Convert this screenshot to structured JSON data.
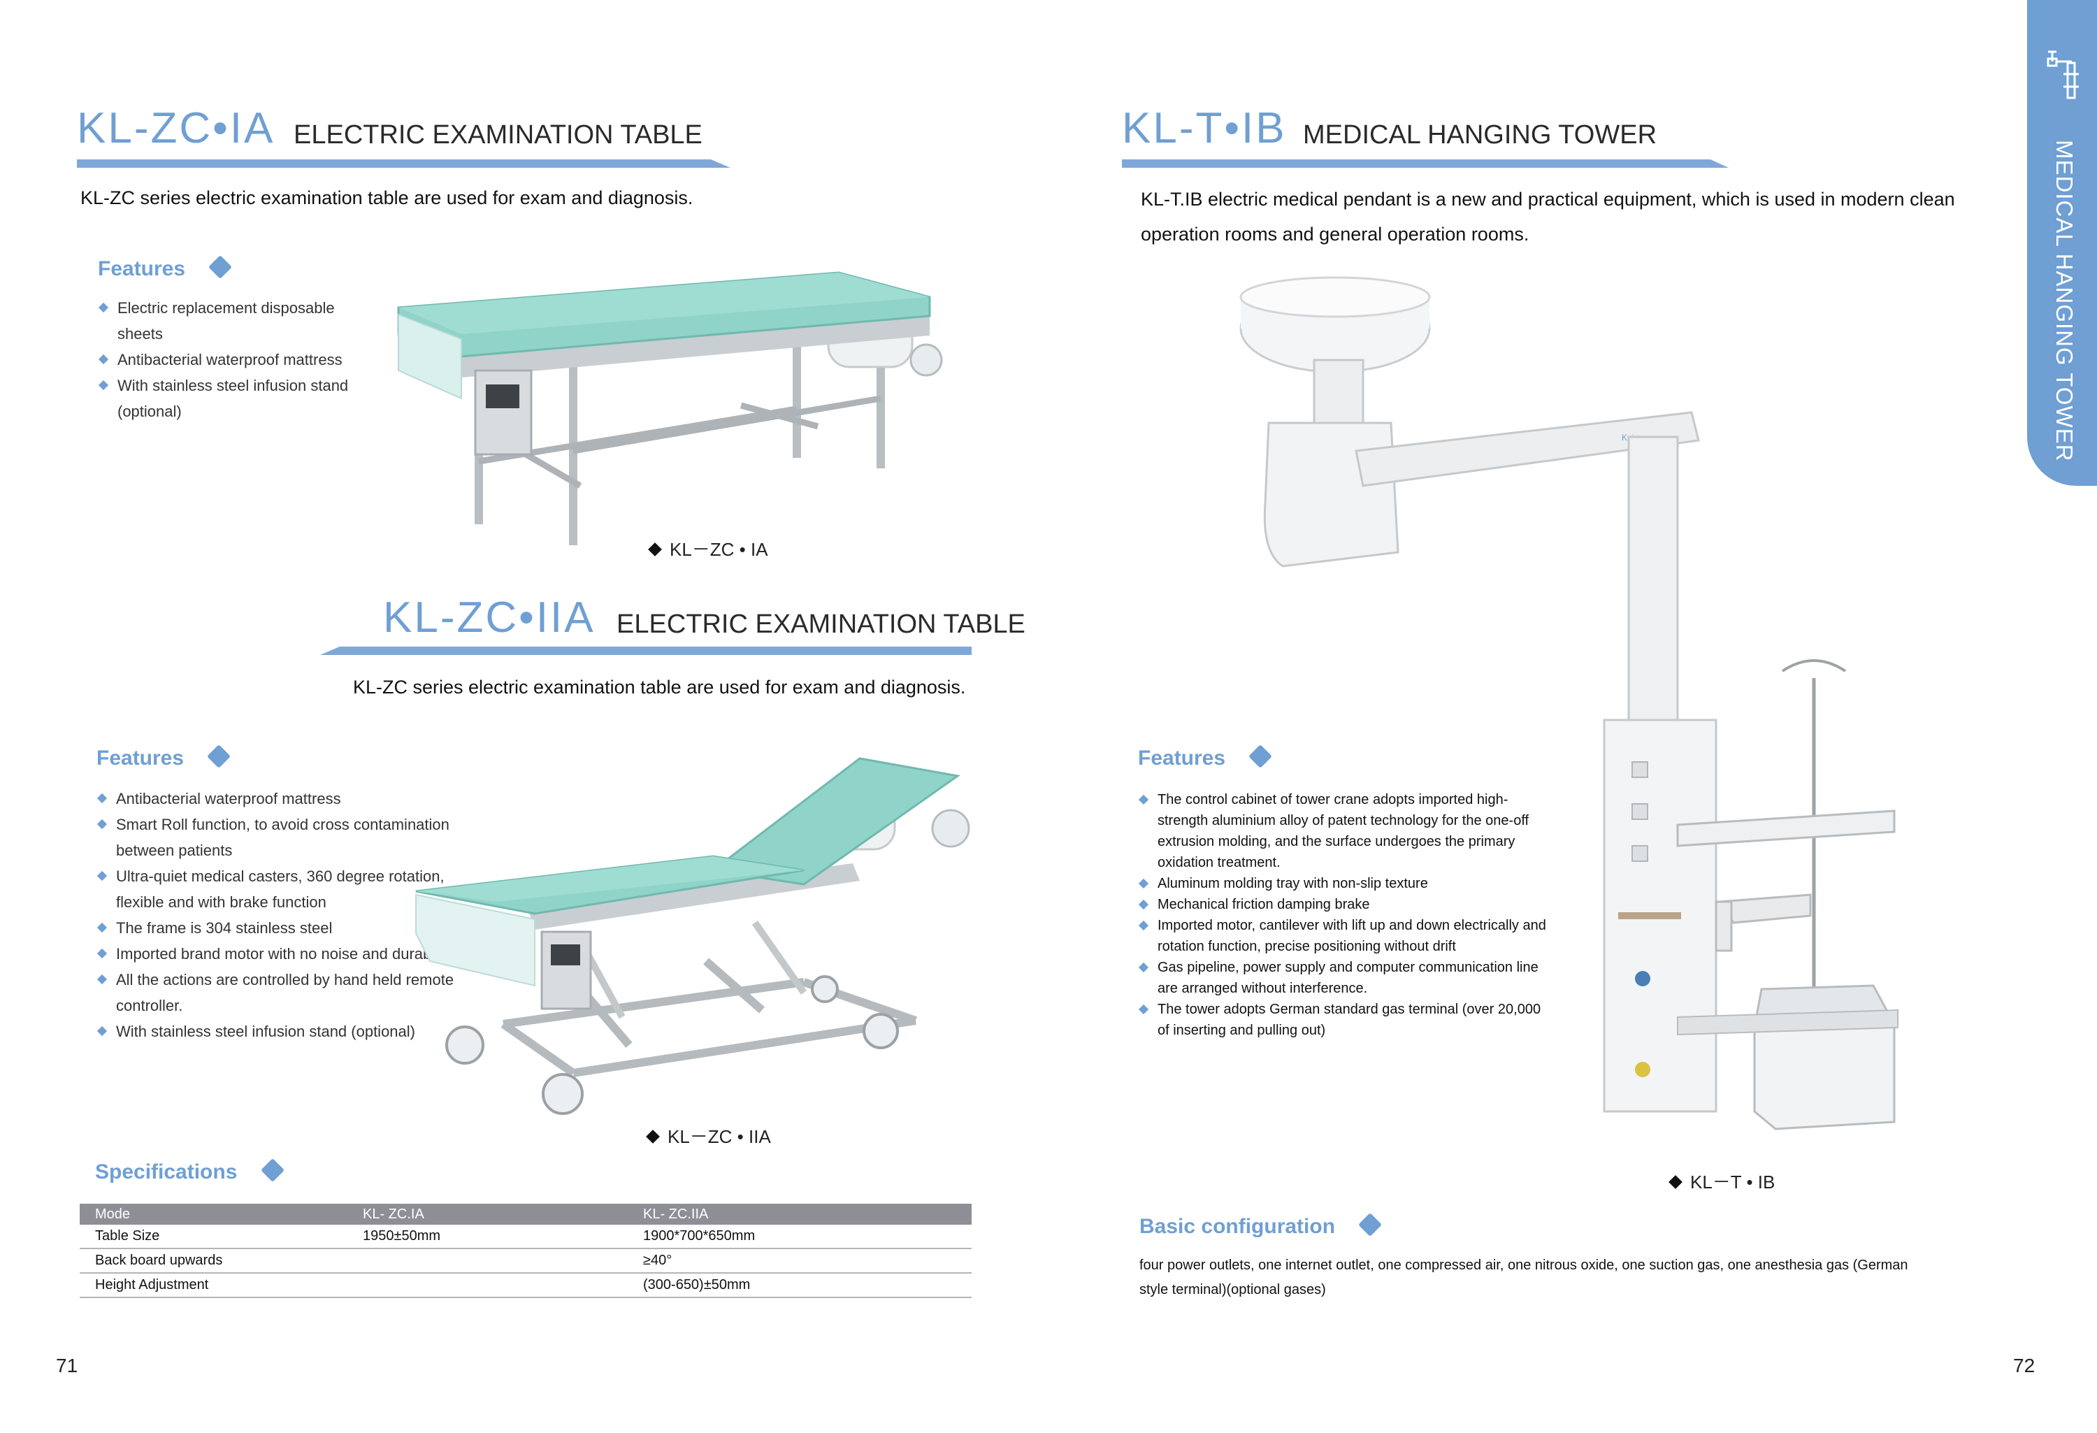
{
  "left": {
    "s1": {
      "model": "KL-ZC•IA",
      "subtitle": "ELECTRIC EXAMINATION TABLE",
      "intro": "KL-ZC series electric examination table are used for exam and diagnosis.",
      "features_title": "Features",
      "features": [
        "Electric replacement disposable sheets",
        "Antibacterial waterproof mattress",
        "With stainless steel infusion stand (optional)"
      ],
      "caption": "KL－ZC • IA"
    },
    "s2": {
      "model": "KL-ZC•IIA",
      "subtitle": "ELECTRIC EXAMINATION TABLE",
      "intro": "KL-ZC series electric examination table are used for exam and diagnosis.",
      "features_title": "Features",
      "features": [
        "Antibacterial waterproof mattress",
        "Smart Roll function, to avoid cross contamination between patients",
        "Ultra-quiet medical casters, 360 degree rotation, flexible and with brake function",
        "The frame is 304 stainless steel",
        "Imported brand motor with no noise and durable",
        "All the actions are controlled by hand held remote controller.",
        "With stainless steel infusion stand (optional)"
      ],
      "caption": "KL－ZC • IIA"
    },
    "specs": {
      "title": "Specifications",
      "headers": [
        "Mode",
        "KL- ZC.IA",
        "KL- ZC.IIA"
      ],
      "rows": [
        [
          "Table Size",
          "1950±50mm",
          "1900*700*650mm"
        ],
        [
          "Back board upwards",
          "",
          "≥40°"
        ],
        [
          "Height Adjustment",
          "",
          "(300-650)±50mm"
        ]
      ]
    },
    "page_number": "71"
  },
  "right": {
    "model": "KL-T•IB",
    "subtitle": "MEDICAL HANGING TOWER",
    "intro": "KL-T.IB electric medical pendant is a new and practical equipment, which is used in modern clean operation rooms and general operation rooms.",
    "features_title": "Features",
    "features": [
      "The control cabinet of tower crane adopts imported high-strength aluminium alloy of patent technology for the one-off extrusion molding, and the surface undergoes the primary oxidation treatment.",
      "Aluminum molding tray with non-slip texture",
      "Mechanical friction damping brake",
      "Imported motor, cantilever with lift up and down electrically and rotation function, precise positioning without drift",
      "Gas pipeline, power supply and computer communication line are arranged without interference.",
      "The tower adopts German standard gas terminal (over 20,000 of inserting and pulling out)"
    ],
    "caption": "KL－T • IB",
    "config_title": "Basic configuration",
    "config_text": "four power outlets, one internet outlet, one compressed air, one nitrous oxide, one suction gas, one anesthesia gas (German style terminal)(optional gases)",
    "page_number": "72",
    "side_tab": "MEDICAL HANGING TOWER",
    "brand_on_arm": "Kaiyang"
  },
  "colors": {
    "accent": "#6f9fd3",
    "table_header": "#8e8f96",
    "mattress": "#8fd3c9"
  }
}
